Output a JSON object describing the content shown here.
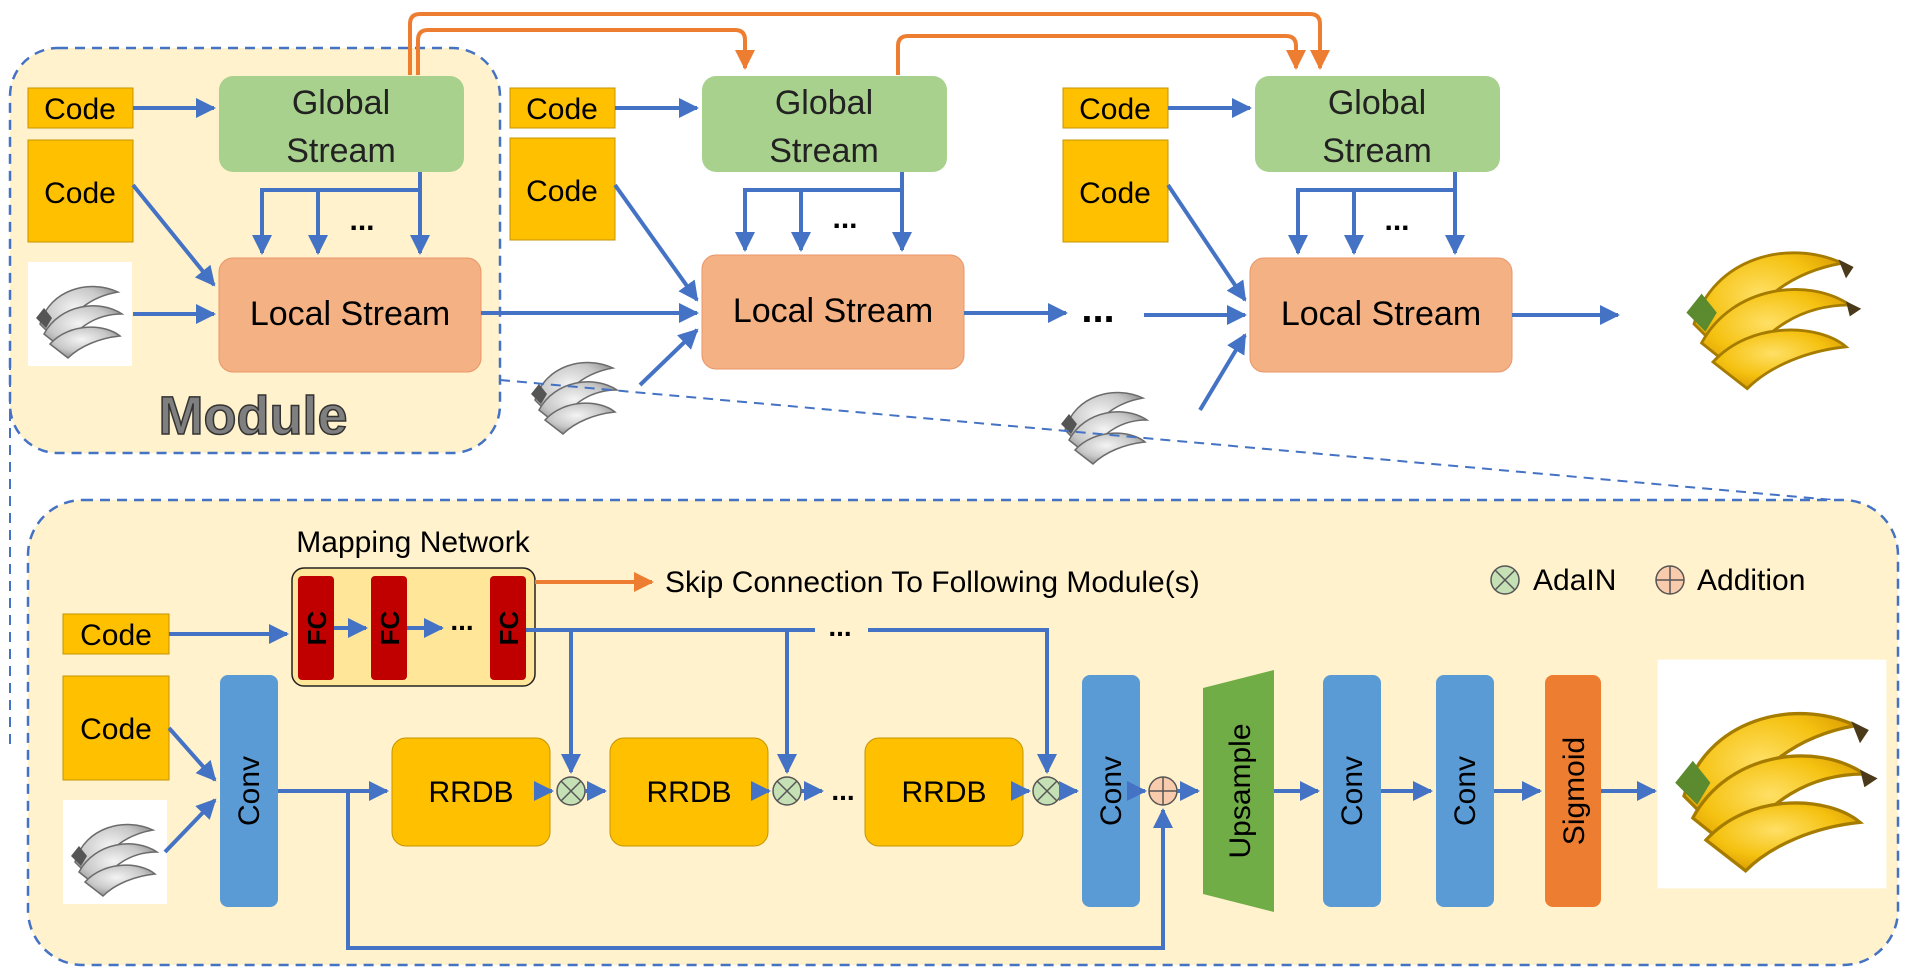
{
  "top": {
    "code_label": "Code",
    "global_stream_line1": "Global",
    "global_stream_line2": "Stream",
    "local_stream": "Local Stream",
    "ellipsis": "...",
    "between_modules_ellipsis": "...",
    "module_label": "Module"
  },
  "detail": {
    "mapping_network_title": "Mapping Network",
    "fc_label": "FC",
    "code_label": "Code",
    "conv_label": "Conv",
    "rrdb_label": "RRDB",
    "upsample_label": "Upsample",
    "sigmoid_label": "Sigmoid",
    "skip_connection_label": "Skip Connection To Following Module(s)",
    "ellipsis": "..."
  },
  "legend": {
    "adain": "AdaIN",
    "addition": "Addition"
  },
  "images": {
    "input_banana": "grayscale-banana-image",
    "output_banana": "color-banana-image"
  },
  "colors": {
    "arrow_blue": "#4472C4",
    "arrow_orange": "#ED7D31",
    "global_green": "#A9D18E",
    "local_salmon": "#F4B183",
    "code_yellow": "#FFC000",
    "panel_cream": "#FFF2CC",
    "conv_blue": "#5B9BD5",
    "upsample_green": "#70AD47",
    "sigmoid_orange": "#ED7D31",
    "fc_red": "#C00000",
    "dashed_border": "#4472C4"
  }
}
